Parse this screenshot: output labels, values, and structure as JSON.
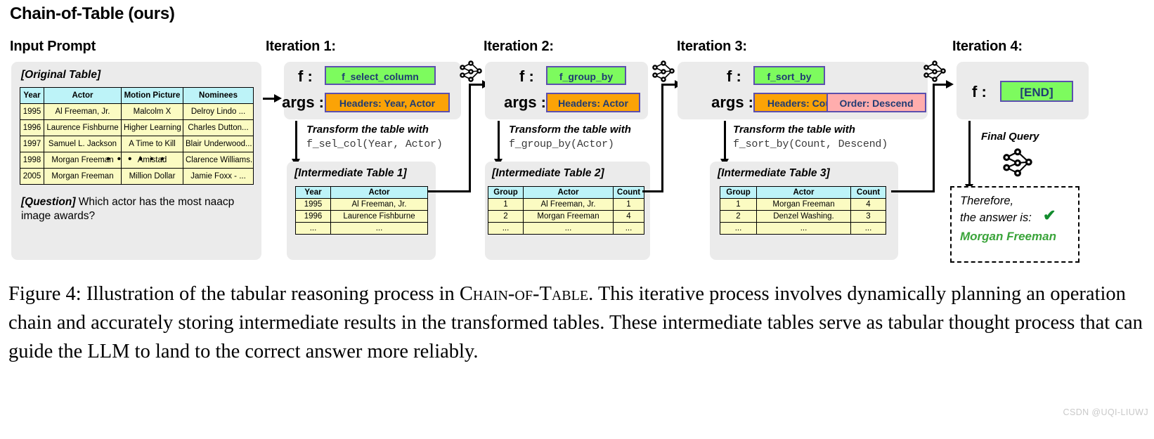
{
  "title": "Chain-of-Table (ours)",
  "columns": {
    "input_prompt": "Input Prompt",
    "iteration_1": "Iteration 1:",
    "iteration_2": "Iteration 2:",
    "iteration_3": "Iteration 3:",
    "iteration_4": "Iteration 4:"
  },
  "input_prompt": {
    "table_label": "[Original Table]",
    "headers": [
      "Year",
      "Actor",
      "Motion Picture",
      "Nominees"
    ],
    "rows": [
      [
        "1995",
        "Al Freeman, Jr.",
        "Malcolm X",
        "Delroy Lindo ..."
      ],
      [
        "1996",
        "Laurence Fishburne",
        "Higher Learning",
        "Charles Dutton..."
      ],
      [
        "1997",
        "Samuel L. Jackson",
        "A Time to Kill",
        "Blair Underwood..."
      ],
      [
        "1998",
        "Morgan Freeman",
        "Amistad",
        "Clarence Williams..."
      ]
    ],
    "ellipsis": "• • • • • •",
    "tail_row": [
      "2005",
      "Morgan Freeman",
      "Million Dollar",
      "Jamie Foxx - ..."
    ],
    "question_tag": "[Question]",
    "question_text": " Which actor has the most naacp image awards?"
  },
  "labels": {
    "f": "f :",
    "args": "args :",
    "transform_prefix": "Transform the table with",
    "final_query": "Final Query"
  },
  "iterations": [
    {
      "f_value": "f_select_column",
      "args": [
        {
          "text": "Headers: Year, Actor",
          "color": "orange"
        }
      ],
      "transform_call": "f_sel_col(Year, Actor)",
      "table_label": "[Intermediate Table 1]",
      "headers": [
        "Year",
        "Actor"
      ],
      "rows": [
        [
          "1995",
          "Al Freeman, Jr."
        ],
        [
          "1996",
          "Laurence Fishburne"
        ],
        [
          "...",
          "..."
        ]
      ]
    },
    {
      "f_value": "f_group_by",
      "args": [
        {
          "text": "Headers: Actor",
          "color": "orange"
        }
      ],
      "transform_call": "f_group_by(Actor)",
      "table_label": "[Intermediate Table 2]",
      "headers": [
        "Group",
        "Actor",
        "Count"
      ],
      "rows": [
        [
          "1",
          "Al Freeman, Jr.",
          "1"
        ],
        [
          "2",
          "Morgan Freeman",
          "4"
        ],
        [
          "...",
          "...",
          "..."
        ]
      ]
    },
    {
      "f_value": "f_sort_by",
      "args": [
        {
          "text": "Headers: Count",
          "color": "orange"
        },
        {
          "text": "Order: Descend",
          "color": "pink"
        }
      ],
      "transform_call": "f_sort_by(Count, Descend)",
      "table_label": "[Intermediate Table 3]",
      "headers": [
        "Group",
        "Actor",
        "Count"
      ],
      "rows": [
        [
          "1",
          "Morgan Freeman",
          "4"
        ],
        [
          "2",
          "Denzel Washing.",
          "3"
        ],
        [
          "...",
          "...",
          "..."
        ]
      ]
    }
  ],
  "iteration_4": {
    "f_value": "[END]"
  },
  "final_answer": {
    "line1": "Therefore,",
    "line2": "the answer is:",
    "check": "✔",
    "answer": "Morgan Freeman"
  },
  "caption": {
    "prefix": "Figure 4: Illustration of the tabular reasoning process in ",
    "smallcaps": "Chain-of-Table",
    "suffix": ". This iterative process involves dynamically planning an operation chain and accurately storing intermediate results in the transformed tables.  These intermediate tables serve as tabular thought process that can guide the LLM to land to the correct answer more reliably."
  },
  "watermark": "CSDN @UQI-LIUWJ",
  "colors": {
    "panel": "#ebebeb",
    "table_header": "#bdf3f8",
    "table_cell": "#fbfbc2",
    "tag_green": "#7dfb5e",
    "tag_orange": "#fba306",
    "tag_pink": "#ffadad",
    "tag_text": "#1f3b73",
    "answer_green": "#3aa43a"
  }
}
